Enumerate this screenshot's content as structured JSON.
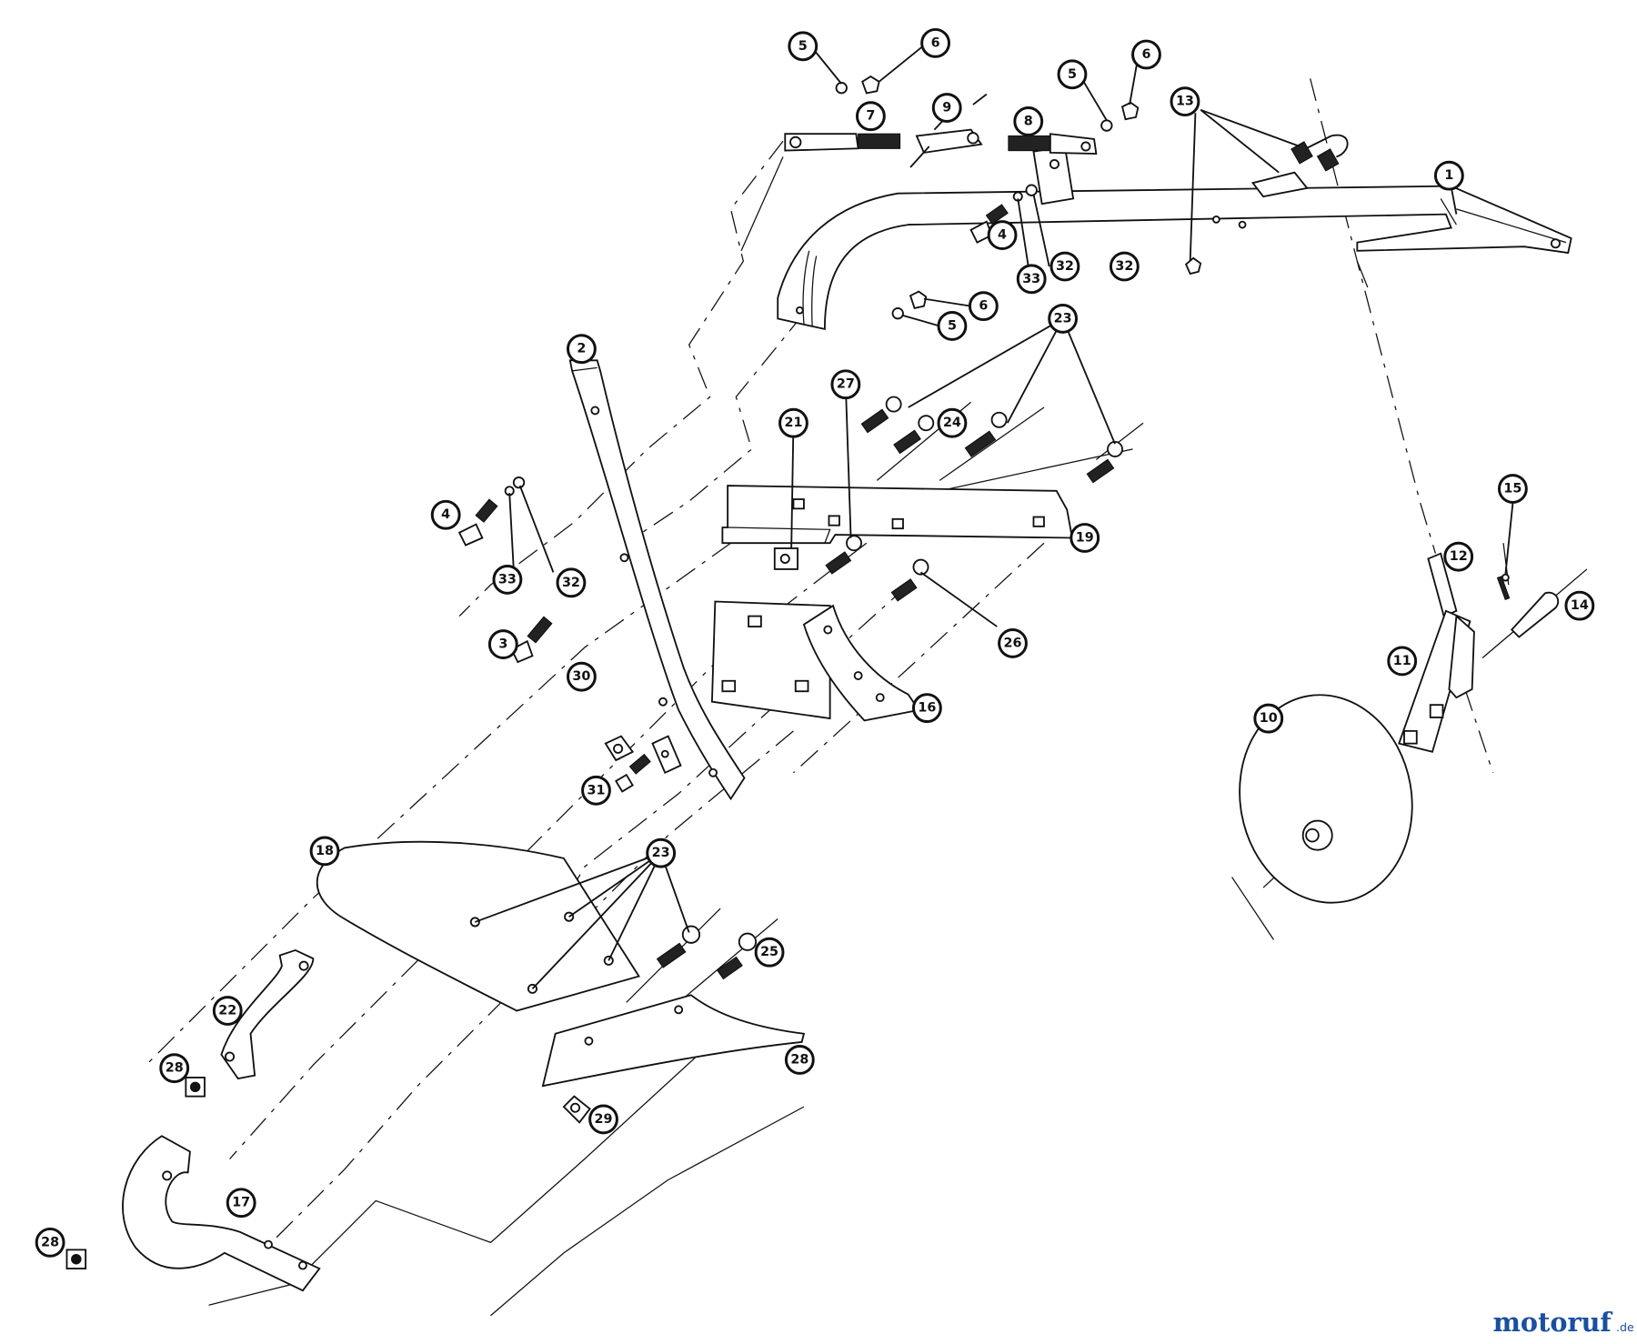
{
  "callouts": {
    "c1": "1",
    "c2": "2",
    "c3": "3",
    "c4": "4",
    "c5": "5",
    "c6": "6",
    "c7": "7",
    "c8": "8",
    "c9": "9",
    "c10": "10",
    "c11": "11",
    "c12": "12",
    "c13": "13",
    "c14": "14",
    "c15": "15",
    "c16": "16",
    "c17": "17",
    "c18": "18",
    "c19": "19",
    "c20": "28",
    "c21": "21",
    "c22": "22",
    "c23": "23",
    "c24": "24",
    "c25": "25",
    "c26": "26",
    "c27": "27",
    "c28": "28",
    "c29": "29",
    "c30": "30",
    "c31": "31",
    "c32": "32",
    "c33": "33"
  },
  "logo": {
    "text": "motoruf",
    "suffix": ".de",
    "colors": [
      "#1a4fa0",
      "#e0301e",
      "#f0a800",
      "#2a9a3a"
    ]
  }
}
